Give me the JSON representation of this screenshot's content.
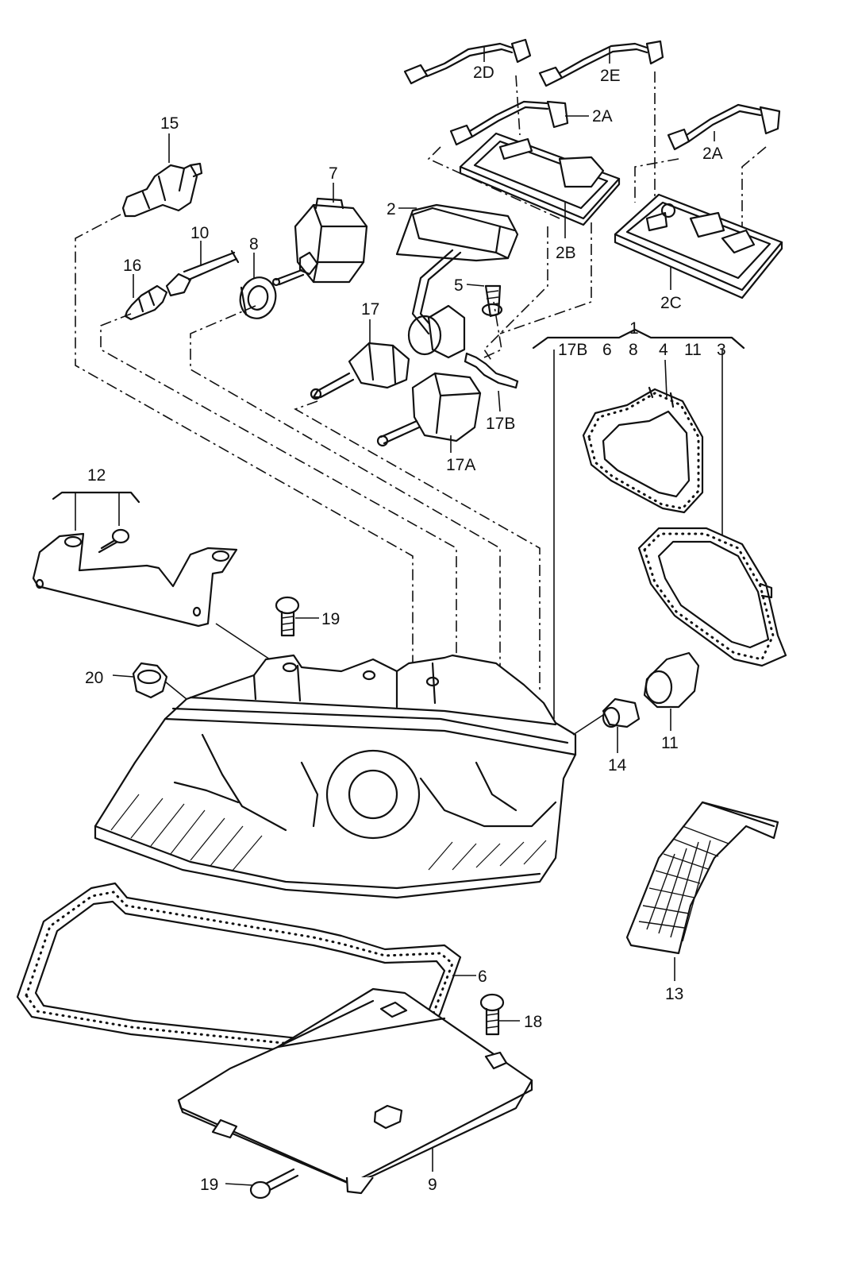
{
  "diagram": {
    "labels": [
      {
        "id": "15",
        "text": "15"
      },
      {
        "id": "7",
        "text": "7"
      },
      {
        "id": "10",
        "text": "10"
      },
      {
        "id": "8",
        "text": "8"
      },
      {
        "id": "16",
        "text": "16"
      },
      {
        "id": "2",
        "text": "2"
      },
      {
        "id": "5",
        "text": "5"
      },
      {
        "id": "17",
        "text": "17"
      },
      {
        "id": "17B",
        "text": "17B"
      },
      {
        "id": "17A",
        "text": "17A"
      },
      {
        "id": "2D",
        "text": "2D"
      },
      {
        "id": "2E",
        "text": "2E"
      },
      {
        "id": "2A-top",
        "text": "2A"
      },
      {
        "id": "2A-right",
        "text": "2A"
      },
      {
        "id": "2B",
        "text": "2B"
      },
      {
        "id": "2C",
        "text": "2C"
      },
      {
        "id": "1",
        "text": "1"
      },
      {
        "id": "kit-17B",
        "text": "17B"
      },
      {
        "id": "kit-6",
        "text": "6"
      },
      {
        "id": "kit-8",
        "text": "8"
      },
      {
        "id": "4",
        "text": "4"
      },
      {
        "id": "kit-11",
        "text": "11"
      },
      {
        "id": "3",
        "text": "3"
      },
      {
        "id": "12",
        "text": "12"
      },
      {
        "id": "19-top",
        "text": "19"
      },
      {
        "id": "20",
        "text": "20"
      },
      {
        "id": "14",
        "text": "14"
      },
      {
        "id": "11",
        "text": "11"
      },
      {
        "id": "13",
        "text": "13"
      },
      {
        "id": "6",
        "text": "6"
      },
      {
        "id": "18",
        "text": "18"
      },
      {
        "id": "19-bottom",
        "text": "19"
      },
      {
        "id": "9",
        "text": "9"
      }
    ]
  }
}
